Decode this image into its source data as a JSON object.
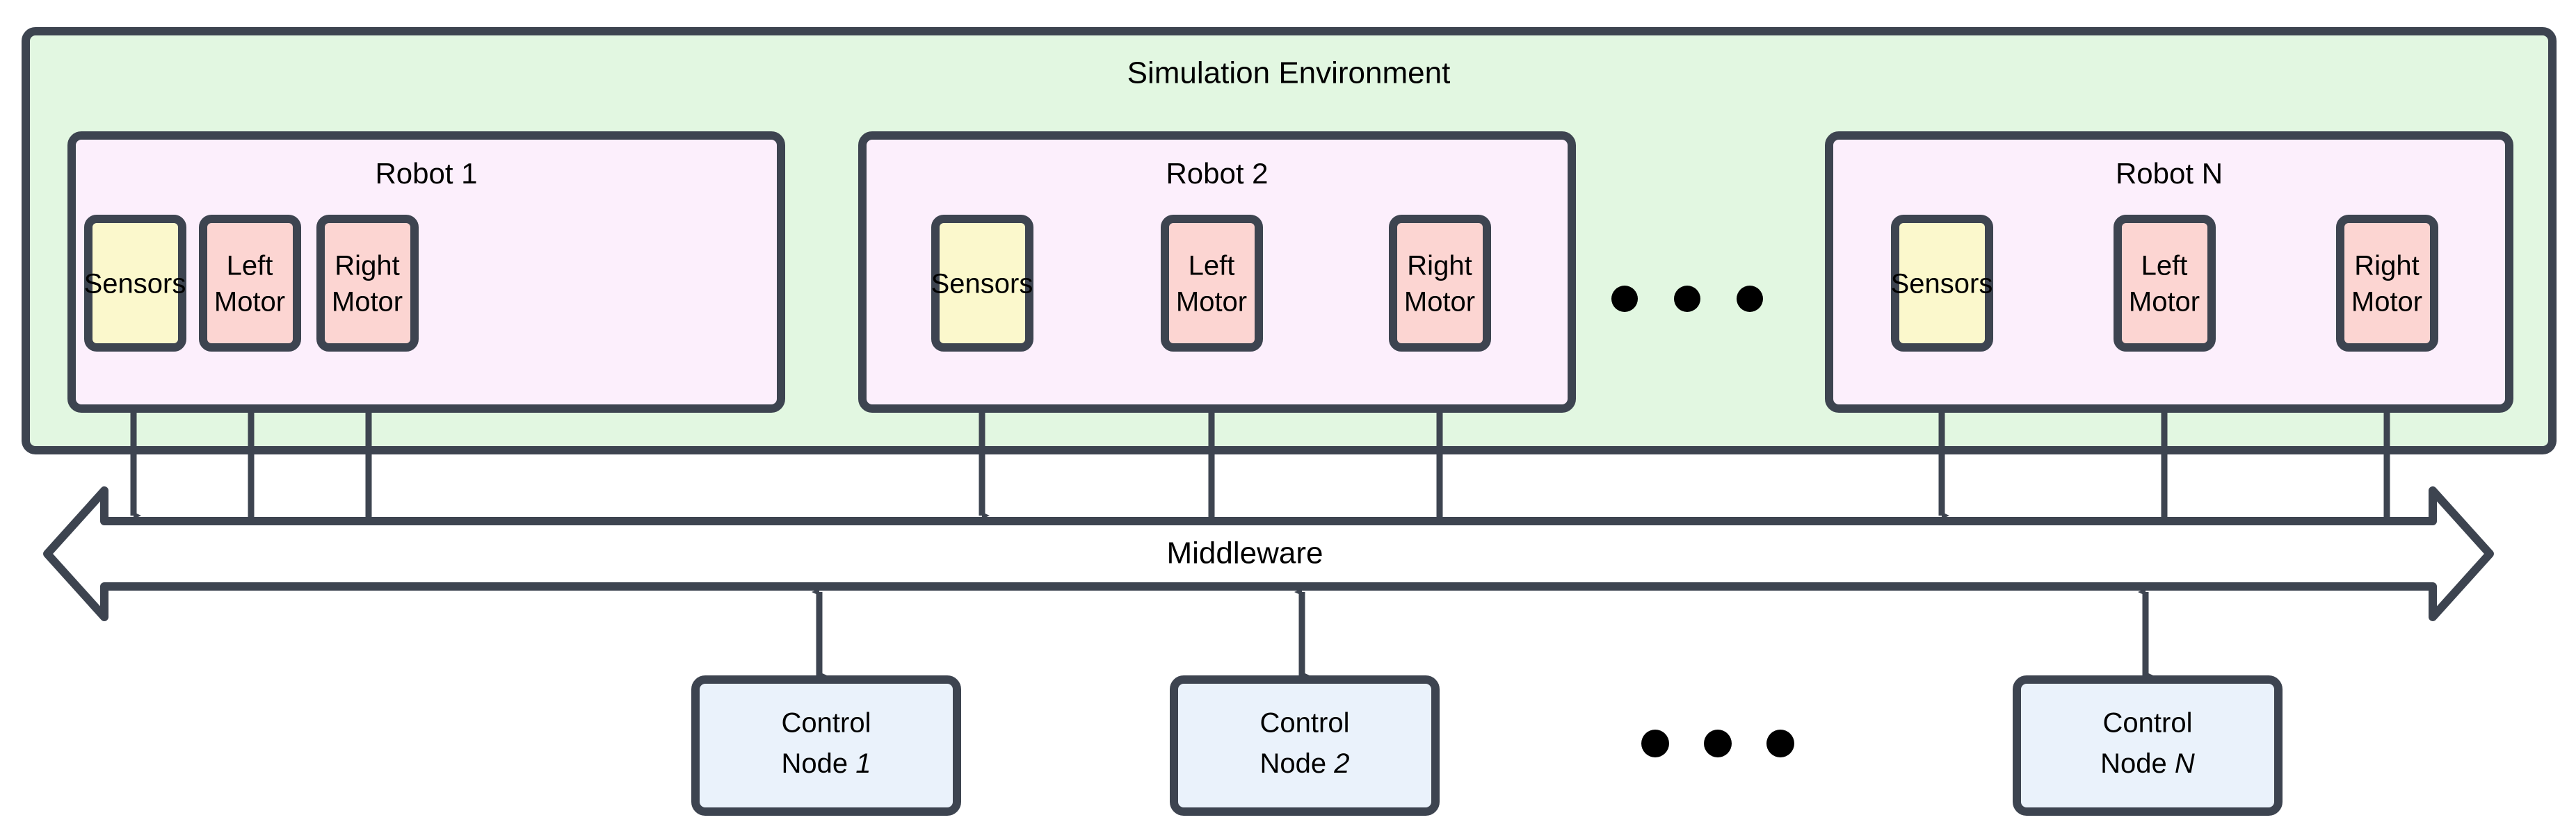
{
  "diagram": {
    "title": "Simulation Environment",
    "middleware_label": "Middleware",
    "colors": {
      "environment_fill": "#e2f7e1",
      "robot_fill": "#fceffc",
      "sensor_fill": "#fbf8cc",
      "motor_fill": "#fcd5d2",
      "control_node_fill": "#eaf2fb",
      "stroke": "#3d4450",
      "text": "#000000",
      "page_background": "#ffffff"
    },
    "robots": [
      {
        "title": "Robot 1",
        "title_suffix": "",
        "blocks": [
          {
            "label": "Sensors",
            "line2": "",
            "kind": "sensor"
          },
          {
            "label": "Left",
            "line2": "Motor",
            "kind": "motor"
          },
          {
            "label": "Right",
            "line2": "Motor",
            "kind": "motor"
          }
        ]
      },
      {
        "title": "Robot 2",
        "title_suffix": "",
        "blocks": [
          {
            "label": "Sensors",
            "line2": "",
            "kind": "sensor"
          },
          {
            "label": "Left",
            "line2": "Motor",
            "kind": "motor"
          },
          {
            "label": "Right",
            "line2": "Motor",
            "kind": "motor"
          }
        ]
      },
      {
        "title": "Robot N",
        "title_suffix": "",
        "blocks": [
          {
            "label": "Sensors",
            "line2": "",
            "kind": "sensor"
          },
          {
            "label": "Left",
            "line2": "Motor",
            "kind": "motor"
          },
          {
            "label": "Right",
            "line2": "Motor",
            "kind": "motor"
          }
        ]
      }
    ],
    "robot_ellipsis": "• • •",
    "control_nodes": [
      {
        "line1": "Control",
        "line2_prefix": "Node ",
        "line2_index": "1"
      },
      {
        "line1": "Control",
        "line2_prefix": "Node ",
        "line2_index": "2"
      },
      {
        "line1": "Control",
        "line2_prefix": "Node ",
        "line2_index": "N"
      }
    ],
    "control_ellipsis": "• • •",
    "robot1": {
      "title": "Robot 1",
      "sensors": "Sensors",
      "left_l1": "Left",
      "left_l2": "Motor",
      "right_l1": "Right",
      "right_l2": "Motor"
    },
    "robot2": {
      "title": "Robot 2",
      "sensors": "Sensors",
      "left_l1": "Left",
      "left_l2": "Motor",
      "right_l1": "Right",
      "right_l2": "Motor"
    },
    "robotN": {
      "title": "Robot N",
      "sensors": "Sensors",
      "left_l1": "Left",
      "left_l2": "Motor",
      "right_l1": "Right",
      "right_l2": "Motor"
    },
    "node1": {
      "l1": "Control",
      "l2a": "Node ",
      "l2b": "1"
    },
    "node2": {
      "l1": "Control",
      "l2a": "Node ",
      "l2b": "2"
    },
    "nodeN": {
      "l1": "Control",
      "l2a": "Node ",
      "l2b": "N"
    }
  }
}
